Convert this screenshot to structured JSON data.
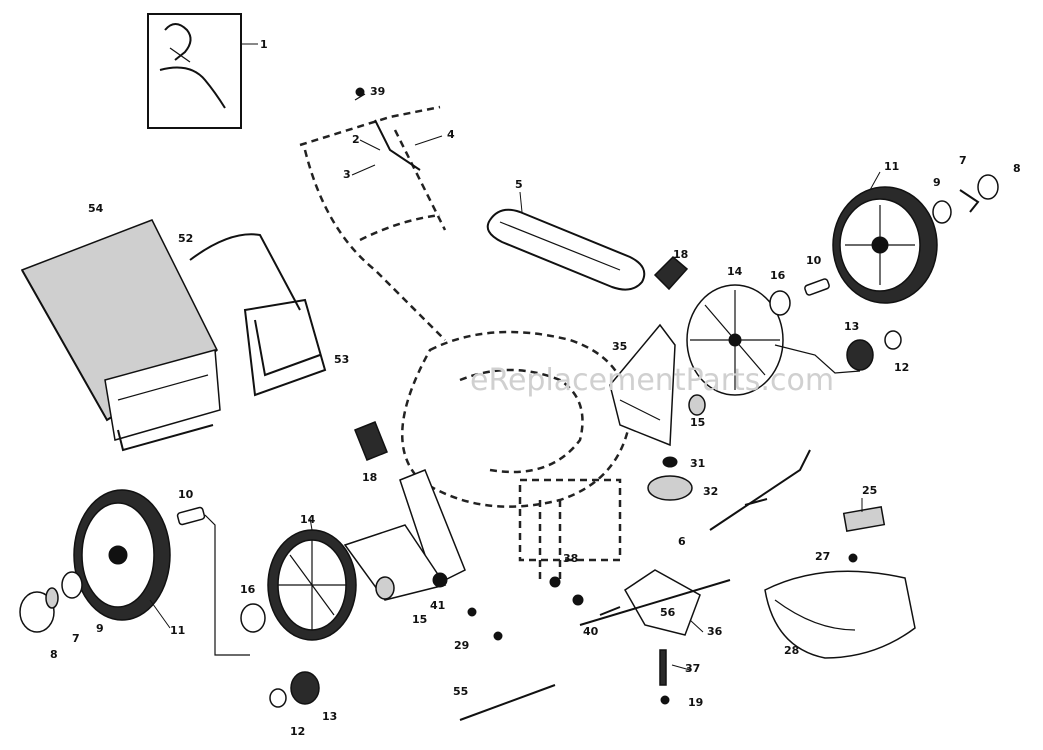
{
  "watermark": "eReplacementParts.com",
  "callouts": {
    "c1": "1",
    "c2": "2",
    "c3": "3",
    "c4": "4",
    "c5": "5",
    "c6": "6",
    "c7a": "7",
    "c7b": "7",
    "c8a": "8",
    "c8b": "8",
    "c9a": "9",
    "c9b": "9",
    "c10a": "10",
    "c10b": "10",
    "c11a": "11",
    "c11b": "11",
    "c12a": "12",
    "c12b": "12",
    "c13a": "13",
    "c13b": "13",
    "c14a": "14",
    "c14b": "14",
    "c15a": "15",
    "c15b": "15",
    "c16a": "16",
    "c16b": "16",
    "c18a": "18",
    "c18b": "18",
    "c19": "19",
    "c25": "25",
    "c27": "27",
    "c28": "28",
    "c29": "29",
    "c31": "31",
    "c32": "32",
    "c35": "35",
    "c36": "36",
    "c37": "37",
    "c38": "38",
    "c39": "39",
    "c40": "40",
    "c41": "41",
    "c52": "52",
    "c53": "53",
    "c54": "54",
    "c55": "55",
    "c56": "56"
  }
}
